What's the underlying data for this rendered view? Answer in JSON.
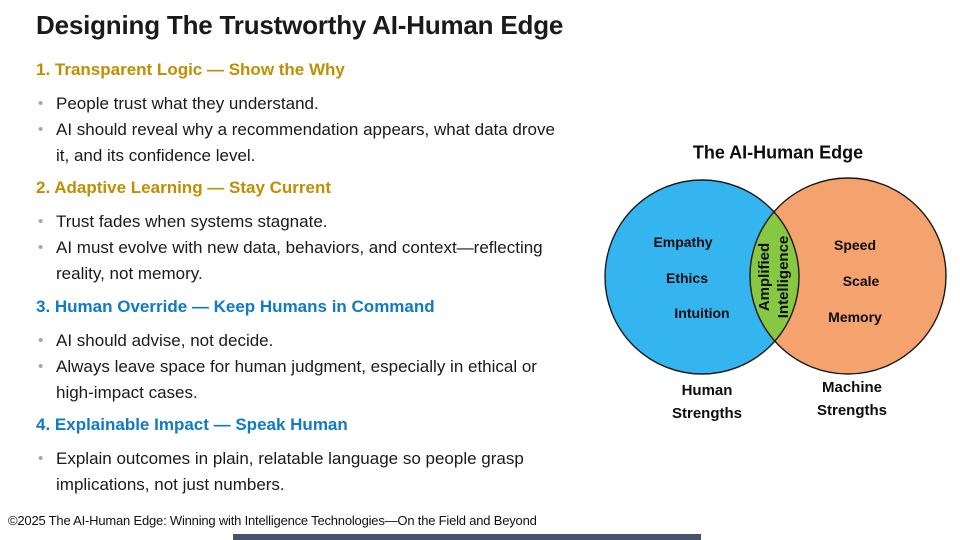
{
  "title": "Designing The Trustworthy AI-Human Edge",
  "sections": [
    {
      "heading": "1. Transparent Logic — Show the Why",
      "bullets": [
        {
          "lines": [
            "People trust what they understand."
          ]
        },
        {
          "lines": [
            "AI should reveal why a recommendation appears, what data drove",
            "it, and its confidence level."
          ]
        }
      ]
    },
    {
      "heading": "2. Adaptive Learning — Stay Current",
      "bullets": [
        {
          "lines": [
            "Trust fades when systems stagnate."
          ]
        },
        {
          "lines": [
            "AI must evolve with new data, behaviors, and context—reflecting",
            "reality, not memory."
          ]
        }
      ]
    },
    {
      "heading": "3. Human Override — Keep Humans in Command",
      "bullets": [
        {
          "lines": [
            "AI should advise, not decide."
          ]
        },
        {
          "lines": [
            "Always leave space for human judgment, especially in ethical or",
            "high-impact cases."
          ]
        }
      ]
    },
    {
      "heading": "4. Explainable Impact — Speak Human",
      "bullets": [
        {
          "lines": [
            "Explain outcomes in plain, relatable language so people grasp",
            "implications, not just numbers."
          ]
        }
      ]
    }
  ],
  "venn": {
    "title": "The AI-Human Edge",
    "left": {
      "items": [
        "Empathy",
        "Ethics",
        "Intuition"
      ],
      "caption_lines": [
        "Human",
        "Strengths"
      ]
    },
    "center": {
      "lines": [
        "Amplified",
        "Intelligence"
      ]
    },
    "right": {
      "items": [
        "Speed",
        "Scale",
        "Memory"
      ],
      "caption_lines": [
        "Machine",
        "Strengths"
      ]
    }
  },
  "footer": "©2025 The AI-Human Edge: Winning with Intelligence Technologies—On the Field and Beyond",
  "colors": {
    "background": "#FFFFFF",
    "title_text": "#1A1A1A",
    "body_text": "#1A1A1A",
    "gold_heading": "#BF8F00",
    "blue_heading": "#0F7AC5",
    "bullet_dot": "#A6A6A6",
    "venn_blue": "#35B5F0",
    "venn_orange": "#F4A26E",
    "venn_green": "#86C841",
    "venn_outline": "#1A1A1A",
    "bottom_bar": "#44546A"
  }
}
